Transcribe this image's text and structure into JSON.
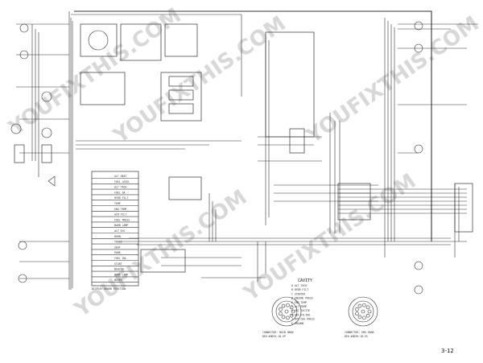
{
  "sheet": {
    "page_number": "3-12",
    "watermark": "YOUFIXTHIS.COM"
  },
  "cavity_table": {
    "heading": "CAVITY",
    "rows": [
      "A  ALT TACH",
      "B  HYDR FILT",
      "C  STARTER",
      "D  ENGINE PRESS",
      "E  ENG TEMP",
      "F  ALT PUMP",
      "G  ALT EXCITE",
      "H  AIR FILTER",
      "J  HYD CHG PRESS",
      "K  GROUND"
    ]
  },
  "connectors": [
    {
      "title": "CONNECTOR: MAIN HARN",
      "part": "DEU #HD34-18-SP"
    },
    {
      "title": "CONNECTOR: EMS HARN",
      "part": "DEU #HD36-18-SS"
    }
  ],
  "switch_panel": {
    "title": "DISPLAY BOARD POSITION",
    "rows": [
      "ALT HEAT",
      "FUEL LEVEL",
      "ALT TACH",
      "FUEL GA",
      "HYDR FILT",
      "TEMP",
      "ENG TEMP",
      "AIR FILT",
      "FUEL PRESS",
      "WARN LAMP",
      "ALT EXC",
      "HORN",
      "TRANS",
      "SEAT",
      "PARK",
      "FUEL SOL",
      "START",
      "BEACON",
      "WORK LAMP",
      "WIPER"
    ]
  }
}
